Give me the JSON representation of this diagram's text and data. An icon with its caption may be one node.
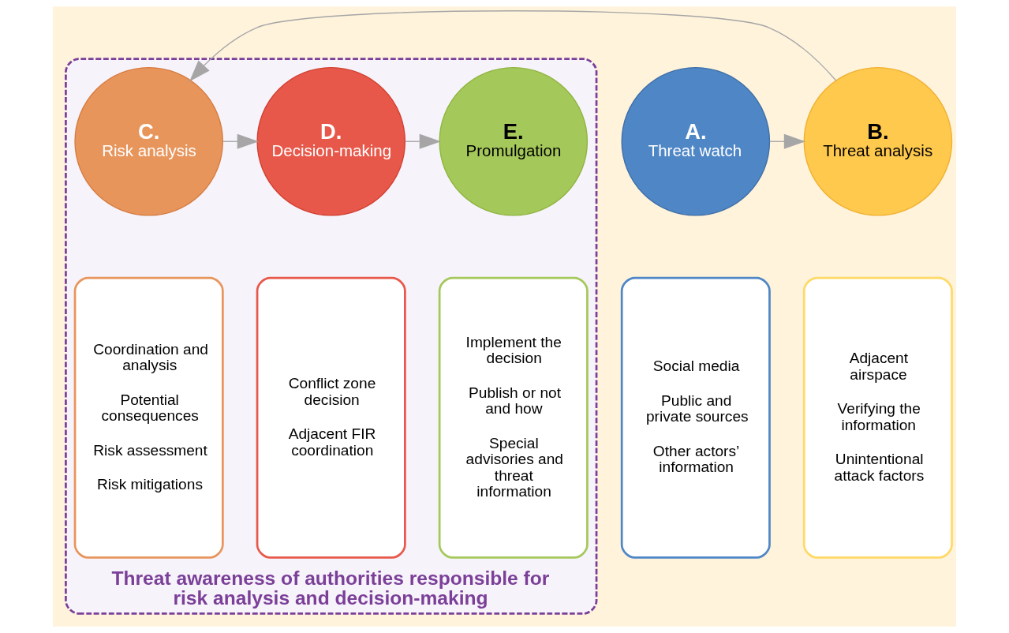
{
  "diagram": {
    "nodes": [
      {
        "text": [
          "Threat awareness of authorities responsible for risk analysis and decision-making"
        ]
      },
      {
        "text": [
          "A.",
          "Threat watch"
        ]
      },
      {
        "text": [
          "B.",
          "Threat analysis"
        ]
      },
      {
        "text": [
          "C.",
          "Risk analysis"
        ],
        "in": 0
      },
      {
        "text": [
          "D.",
          "Decision-making"
        ],
        "in": 0
      },
      {
        "text": [
          "E.",
          "Promulgation"
        ],
        "in": 0
      },
      {
        "text": [
          "Social media",
          "Public and private sources",
          "Other actors’ information"
        ]
      },
      {
        "text": [
          "Adjacent airspace",
          "Verifying the information",
          "Unintentional attack factors"
        ]
      },
      {
        "text": [
          "Coordination and analysis",
          "Potential consequences",
          "Risk assessment",
          "Risk mitigations"
        ],
        "in": 0
      },
      {
        "text": [
          "Conflict zone decision",
          "Adjacent FIR coordination"
        ],
        "in": 0
      },
      {
        "text": [
          "Implement the decision",
          "Publish or not and how",
          "Special advisories and threat information"
        ],
        "in": 0
      }
    ],
    "edges": [
      {
        "from": 1,
        "to": 2,
        "arrow": "to"
      },
      {
        "from": 2,
        "to": 3,
        "arrow": "to"
      },
      {
        "from": 3,
        "to": 4,
        "arrow": "to"
      },
      {
        "from": 4,
        "to": 5,
        "arrow": "to"
      }
    ]
  }
}
